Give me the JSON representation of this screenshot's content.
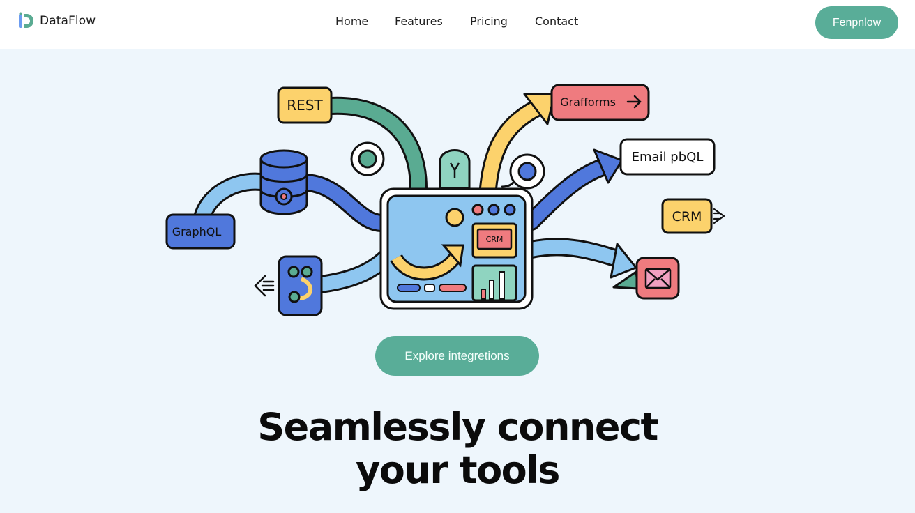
{
  "header": {
    "brand": "DataFlow",
    "nav": [
      "Home",
      "Features",
      "Pricing",
      "Contact"
    ],
    "cta_label": "Fenpnlow"
  },
  "illustration": {
    "chips": {
      "rest": "REST",
      "graphql": "GraphQL",
      "grafforms": "Grafforms",
      "email": "Email pbQL",
      "crm": "CRM",
      "screen_label": "CRM"
    }
  },
  "hero": {
    "cta_label": "Explore integretions",
    "headline_line1": "Seamlessly connect",
    "headline_line2": "your tools"
  },
  "colors": {
    "accent": "#59ad98",
    "background": "#eef6fc",
    "blue": "#5078dc",
    "light_blue": "#8ec6f0",
    "yellow": "#fcd26c",
    "red": "#ef7b7f",
    "teal": "#5aab92"
  },
  "icons": [
    "brand-logo-icon",
    "arrow-right-icon",
    "database-icon",
    "mail-icon",
    "chart-icon",
    "node-icon",
    "lines-icon"
  ]
}
